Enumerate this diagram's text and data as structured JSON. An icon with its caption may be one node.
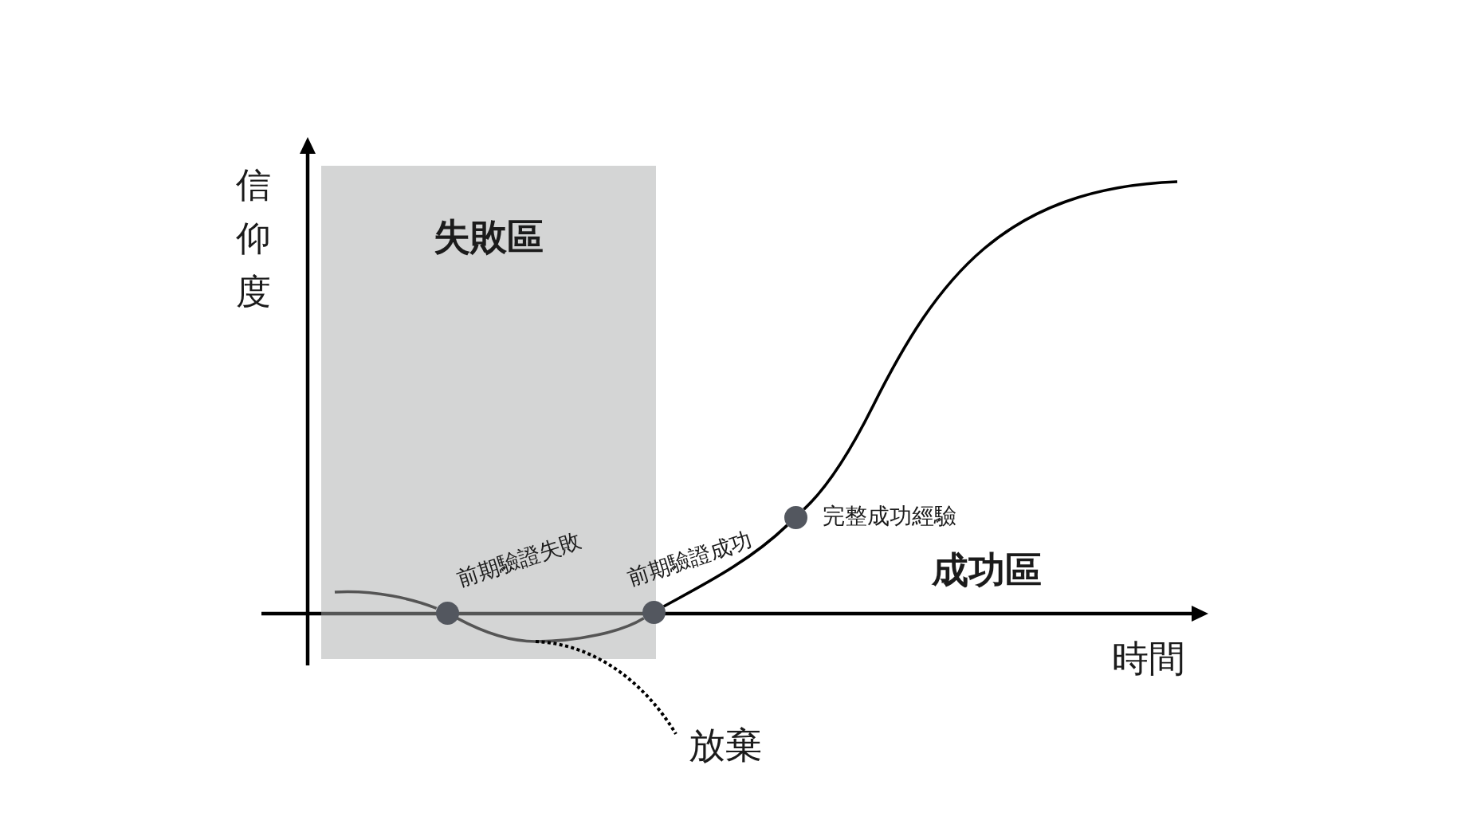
{
  "diagram": {
    "nodes": [
      {
        "text": [
          "失敗區"
        ]
      },
      {
        "text": [],
        "shape": "circle",
        "in": 0,
        "beside": [
          "前期驗證失敗"
        ]
      },
      {
        "text": [],
        "shape": "circle",
        "beside": [
          "前期驗證成功"
        ]
      },
      {
        "text": [],
        "shape": "circle",
        "beside": [
          "完整成功經驗"
        ]
      },
      {
        "text": [
          "放棄"
        ]
      }
    ],
    "edges": [
      {
        "from": null,
        "to": 1,
        "arrow": "none",
        "color": "#555555"
      },
      {
        "from": 1,
        "to": 2,
        "arrow": "none",
        "color": "#555555"
      },
      {
        "from": 2,
        "to": 3,
        "arrow": "none"
      },
      {
        "from": 3,
        "to": null,
        "arrow": "none"
      },
      {
        "from": 1,
        "to": 4,
        "arrow": "none",
        "style": "dashed"
      }
    ],
    "labels": [
      "信仰度",
      "成功區",
      "時間"
    ]
  }
}
